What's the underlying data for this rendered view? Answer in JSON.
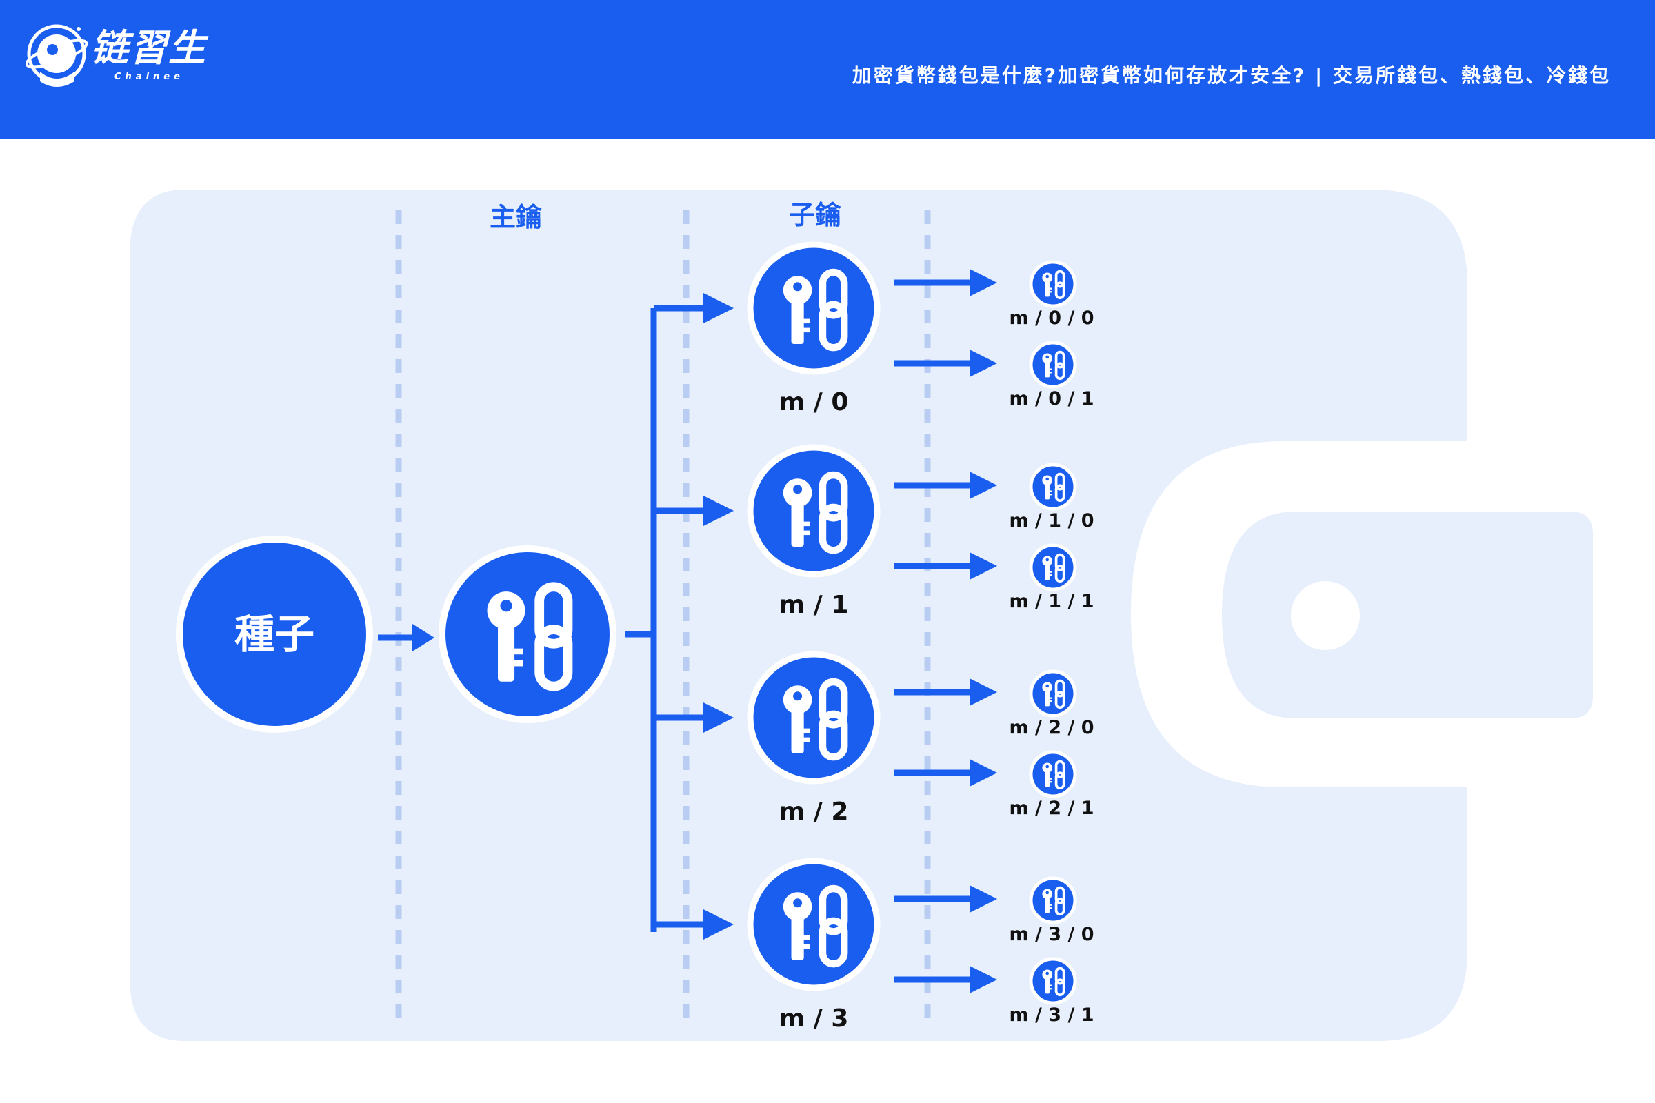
{
  "header": {
    "brand_name": "链習生",
    "brand_sub": "Chainee",
    "article_title": "加密貨幣錢包是什麼?加密貨幣如何存放才安全? | 交易所錢包、熱錢包、冷錢包"
  },
  "colors": {
    "brand_blue": "#1a5ef0",
    "wallet_fill": "#e7effc",
    "divider": "#b9cdf2",
    "white": "#ffffff"
  },
  "columns": {
    "master_key_heading": "主鑰",
    "child_key_heading": "子鑰"
  },
  "seed": {
    "label": "種子"
  },
  "master_key": {
    "icon": "key-chain-icon"
  },
  "child_keys": [
    {
      "label": "m / 0",
      "grandchildren": [
        "m / 0 / 0",
        "m / 0 / 1"
      ]
    },
    {
      "label": "m / 1",
      "grandchildren": [
        "m / 1 / 0",
        "m / 1 / 1"
      ]
    },
    {
      "label": "m / 2",
      "grandchildren": [
        "m / 2 / 0",
        "m / 2 / 1"
      ]
    },
    {
      "label": "m / 3",
      "grandchildren": [
        "m / 3 / 0",
        "m / 3 / 1"
      ]
    }
  ]
}
